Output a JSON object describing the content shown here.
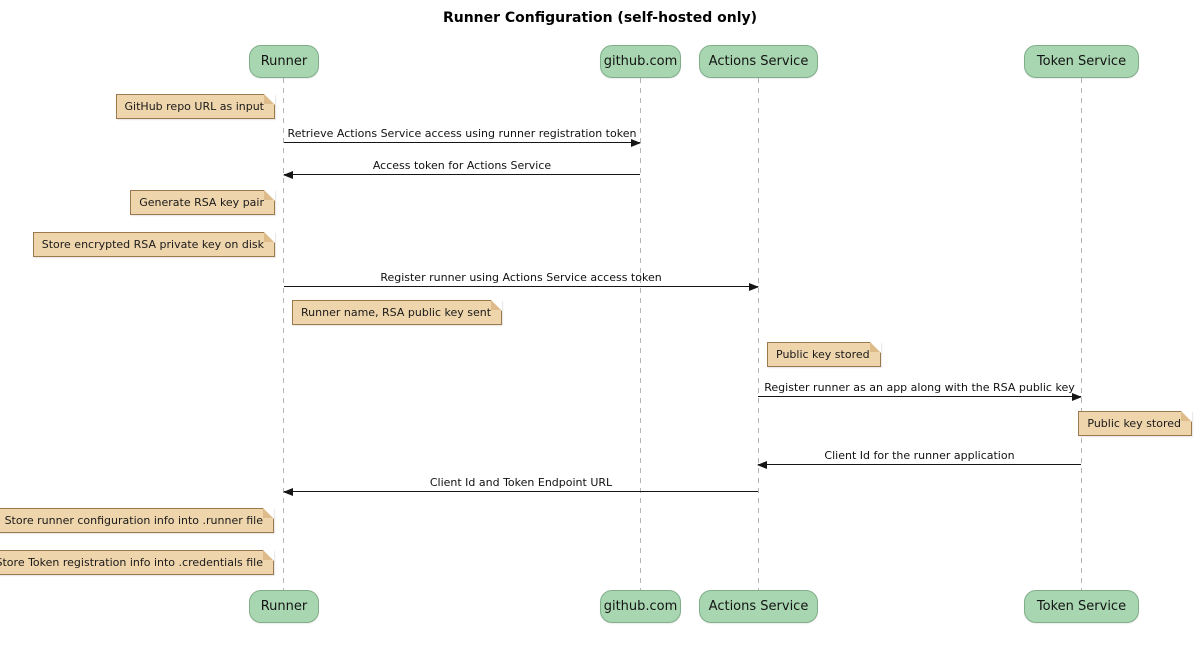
{
  "title": "Runner Configuration (self-hosted only)",
  "participants": [
    {
      "id": "runner",
      "label": "Runner"
    },
    {
      "id": "github",
      "label": "github.com"
    },
    {
      "id": "actions",
      "label": "Actions Service"
    },
    {
      "id": "token",
      "label": "Token Service"
    }
  ],
  "notes": [
    {
      "text": "GitHub repo URL as input",
      "anchor": "left of Runner"
    },
    {
      "text": "Generate RSA key pair",
      "anchor": "left of Runner"
    },
    {
      "text": "Store encrypted RSA private key on disk",
      "anchor": "left of Runner"
    },
    {
      "text": "Runner name, RSA public key sent",
      "anchor": "right of Runner"
    },
    {
      "text": "Public key stored",
      "anchor": "right of Actions Service"
    },
    {
      "text": "Public key stored",
      "anchor": "right of Token Service"
    },
    {
      "text": "Store runner configuration info into .runner file",
      "anchor": "left of Runner"
    },
    {
      "text": "Store Token registration info into .credentials file",
      "anchor": "left of Runner"
    }
  ],
  "messages": [
    {
      "from": "Runner",
      "to": "github.com",
      "label": "Retrieve Actions Service access using runner registration token"
    },
    {
      "from": "github.com",
      "to": "Runner",
      "label": "Access token for Actions Service"
    },
    {
      "from": "Runner",
      "to": "Actions Service",
      "label": "Register runner using Actions Service access token"
    },
    {
      "from": "Actions Service",
      "to": "Token Service",
      "label": "Register runner as an app along with the RSA public key"
    },
    {
      "from": "Token Service",
      "to": "Actions Service",
      "label": "Client Id for the runner application"
    },
    {
      "from": "Actions Service",
      "to": "Runner",
      "label": "Client Id and Token Endpoint URL"
    }
  ],
  "colors": {
    "participant_fill": "#a8d6b0",
    "participant_border": "#7fae89",
    "note_fill": "#efd5ac",
    "note_border": "#9c7a4e",
    "lifeline": "#b5b5b5",
    "message_line": "#161616",
    "background": "#ffffff"
  }
}
